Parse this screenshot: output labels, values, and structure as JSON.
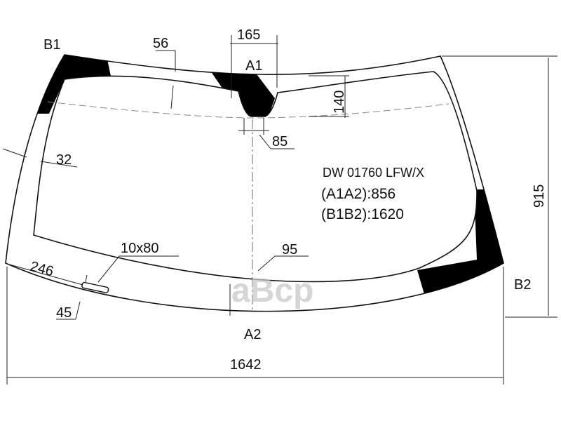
{
  "points": {
    "b1": "B1",
    "a1": "A1",
    "a2": "A2",
    "b2": "B2"
  },
  "dimensions": {
    "d165": "165",
    "d56": "56",
    "d140": "140",
    "d85": "85",
    "d32": "32",
    "d915": "915",
    "d10x80": "10x80",
    "d95": "95",
    "d246": "246",
    "d45": "45",
    "d1642": "1642"
  },
  "info": {
    "code": "DW 01760 LFW/X",
    "a1a2": "(A1A2):856",
    "b1b2": "(B1B2):1620"
  },
  "watermark": "aBcp",
  "colors": {
    "ink": "#111111",
    "black_band": "#000000",
    "watermark": "#c8c8c8"
  }
}
